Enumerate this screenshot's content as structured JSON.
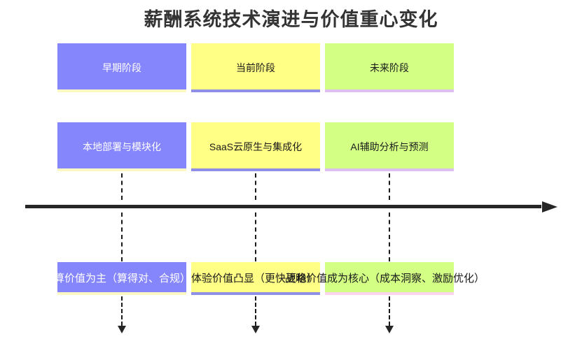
{
  "title": "薪酬系统技术演进与价值重心变化",
  "colors": {
    "purple": "#8585fc",
    "yellow": "#ffff85",
    "green": "#d3ff85",
    "line": "#262626",
    "title_text": "#333333"
  },
  "stages": [
    {
      "id": "early",
      "phase_label": "早期阶段",
      "tech_label": "本地部署与模块化",
      "value_label": "核算价值为主（算得对、合规）",
      "fill": "#8585fc",
      "text_color": "#ffffff"
    },
    {
      "id": "current",
      "phase_label": "当前阶段",
      "tech_label": "SaaS云原生与集成化",
      "value_label": "体验价值凸显（更快更稳）",
      "fill": "#ffff85",
      "text_color": "#1a1a1a"
    },
    {
      "id": "future",
      "phase_label": "未来阶段",
      "tech_label": "AI辅助分析与预测",
      "value_label": "战略价值成为核心（成本洞察、激励优化）",
      "fill": "#d3ff85",
      "text_color": "#1a1a1a"
    }
  ],
  "timeline": {
    "direction_icon": "right-arrow-icon"
  }
}
